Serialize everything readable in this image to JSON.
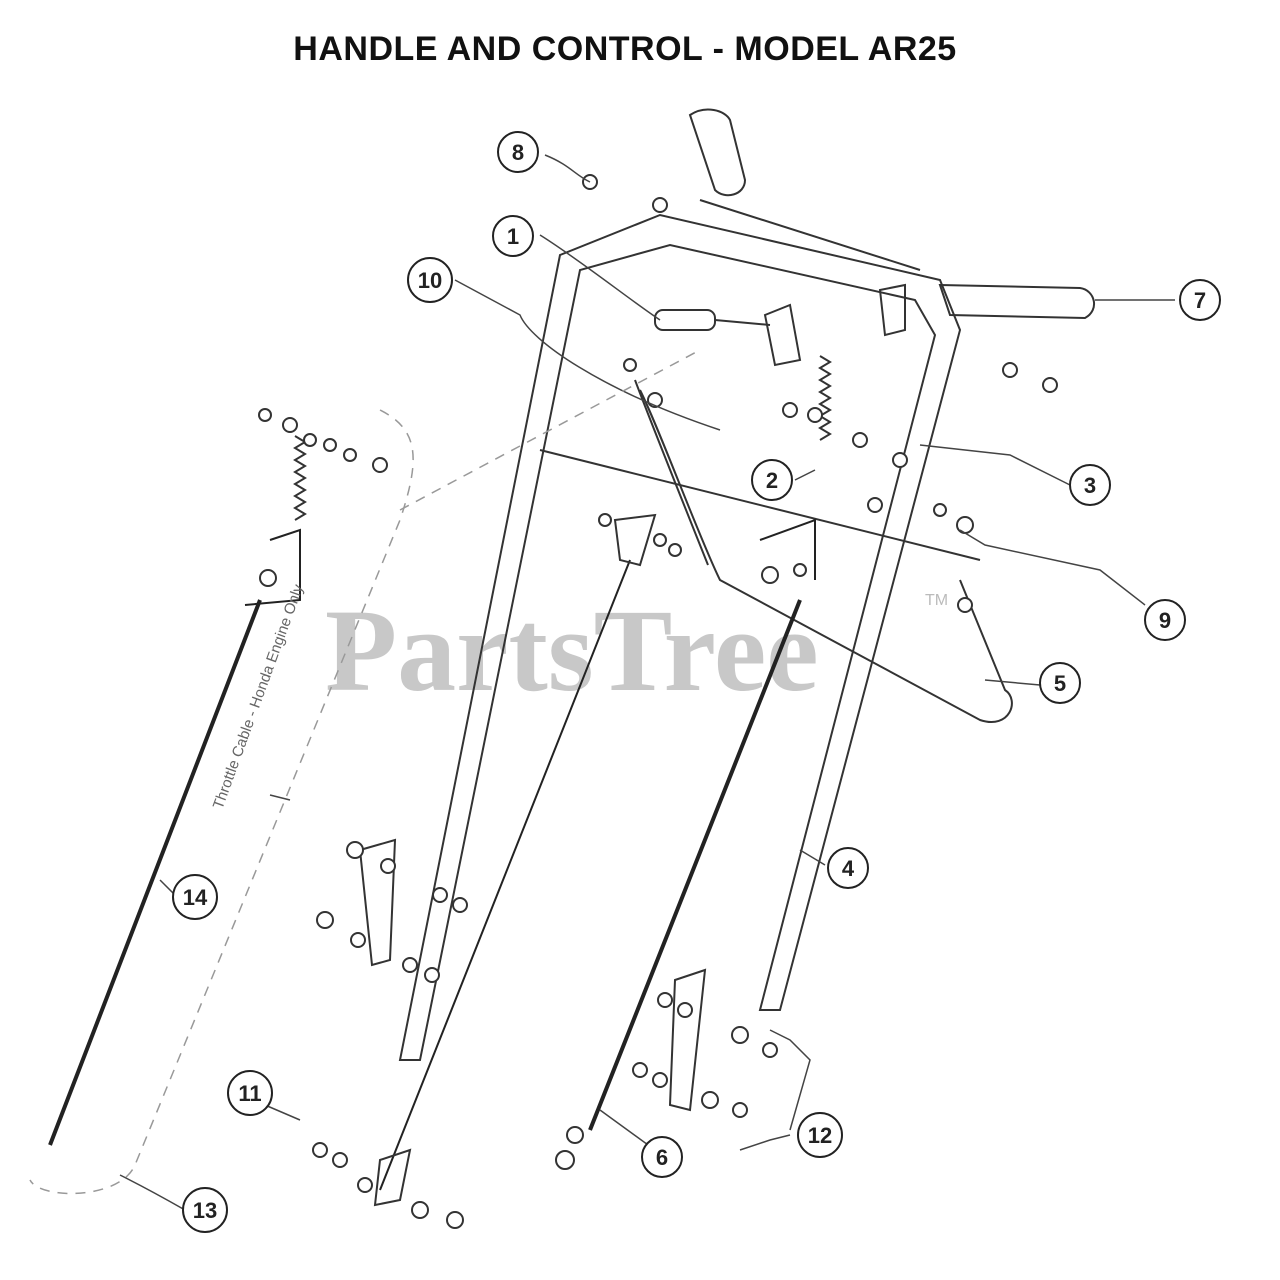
{
  "title": "HANDLE AND CONTROL - MODEL AR25",
  "watermark": {
    "text": "PartsTree",
    "trademark": "TM"
  },
  "cable_note": "Throttle Cable - Honda Engine Only",
  "callouts": [
    {
      "id": "8",
      "label": "8"
    },
    {
      "id": "1",
      "label": "1"
    },
    {
      "id": "10",
      "label": "10"
    },
    {
      "id": "7",
      "label": "7"
    },
    {
      "id": "2",
      "label": "2"
    },
    {
      "id": "3",
      "label": "3"
    },
    {
      "id": "9",
      "label": "9"
    },
    {
      "id": "5",
      "label": "5"
    },
    {
      "id": "4",
      "label": "4"
    },
    {
      "id": "14",
      "label": "14"
    },
    {
      "id": "11",
      "label": "11"
    },
    {
      "id": "12",
      "label": "12"
    },
    {
      "id": "6",
      "label": "6"
    },
    {
      "id": "13",
      "label": "13"
    }
  ]
}
